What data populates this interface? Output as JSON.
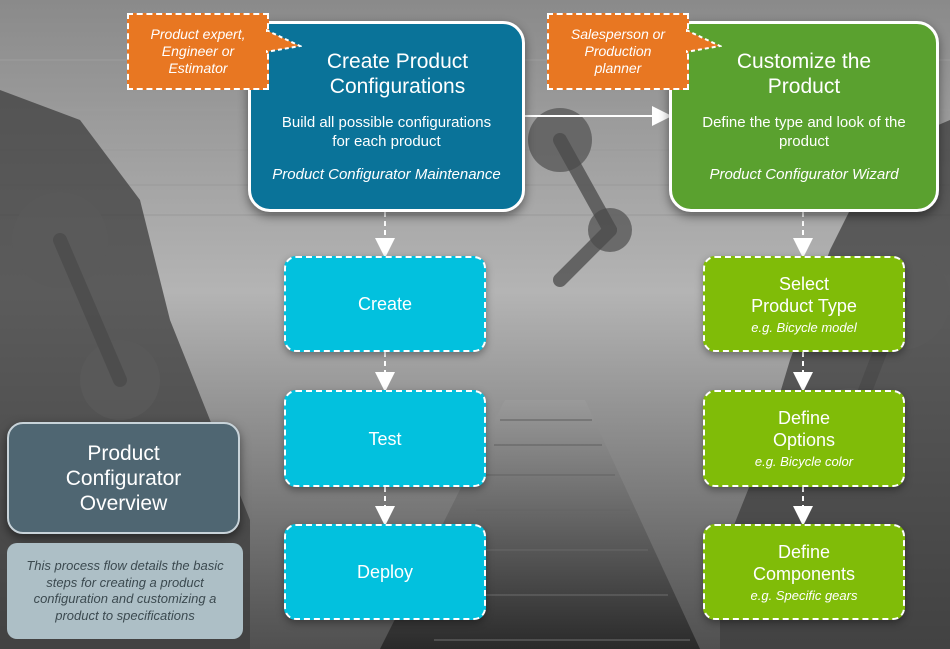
{
  "colors": {
    "blue_main": "#0a7399",
    "green_main": "#5aa12f",
    "cyan_step": "#02c1de",
    "lime_step": "#80bc08",
    "callout": "#e87722",
    "overview": "#4f6672",
    "note": "#adbfc6"
  },
  "left_column": {
    "callout": [
      "Product expert,",
      "Engineer or",
      "Estimator"
    ],
    "main": {
      "title": [
        "Create Product",
        "Configurations"
      ],
      "description": [
        "Build all possible configurations",
        "for each product"
      ],
      "tool": "Product Configurator Maintenance"
    },
    "steps": [
      {
        "title": "Create"
      },
      {
        "title": "Test"
      },
      {
        "title": "Deploy"
      }
    ]
  },
  "right_column": {
    "callout": [
      "Salesperson or",
      "Production",
      "planner"
    ],
    "main": {
      "title": [
        "Customize the",
        "Product"
      ],
      "description": [
        "Define the type and look of the",
        "product"
      ],
      "tool": "Product Configurator Wizard"
    },
    "steps": [
      {
        "title": [
          "Select",
          "Product Type"
        ],
        "example": "e.g. Bicycle model"
      },
      {
        "title": [
          "Define",
          "Options"
        ],
        "example": "e.g. Bicycle color"
      },
      {
        "title": [
          "Define",
          "Components"
        ],
        "example": "e.g. Specific gears"
      }
    ]
  },
  "overview": {
    "title": [
      "Product",
      "Configurator",
      "Overview"
    ],
    "note": [
      "This process flow details the basic",
      "steps for creating a product",
      "configuration and customizing a",
      "product to specifications"
    ]
  }
}
